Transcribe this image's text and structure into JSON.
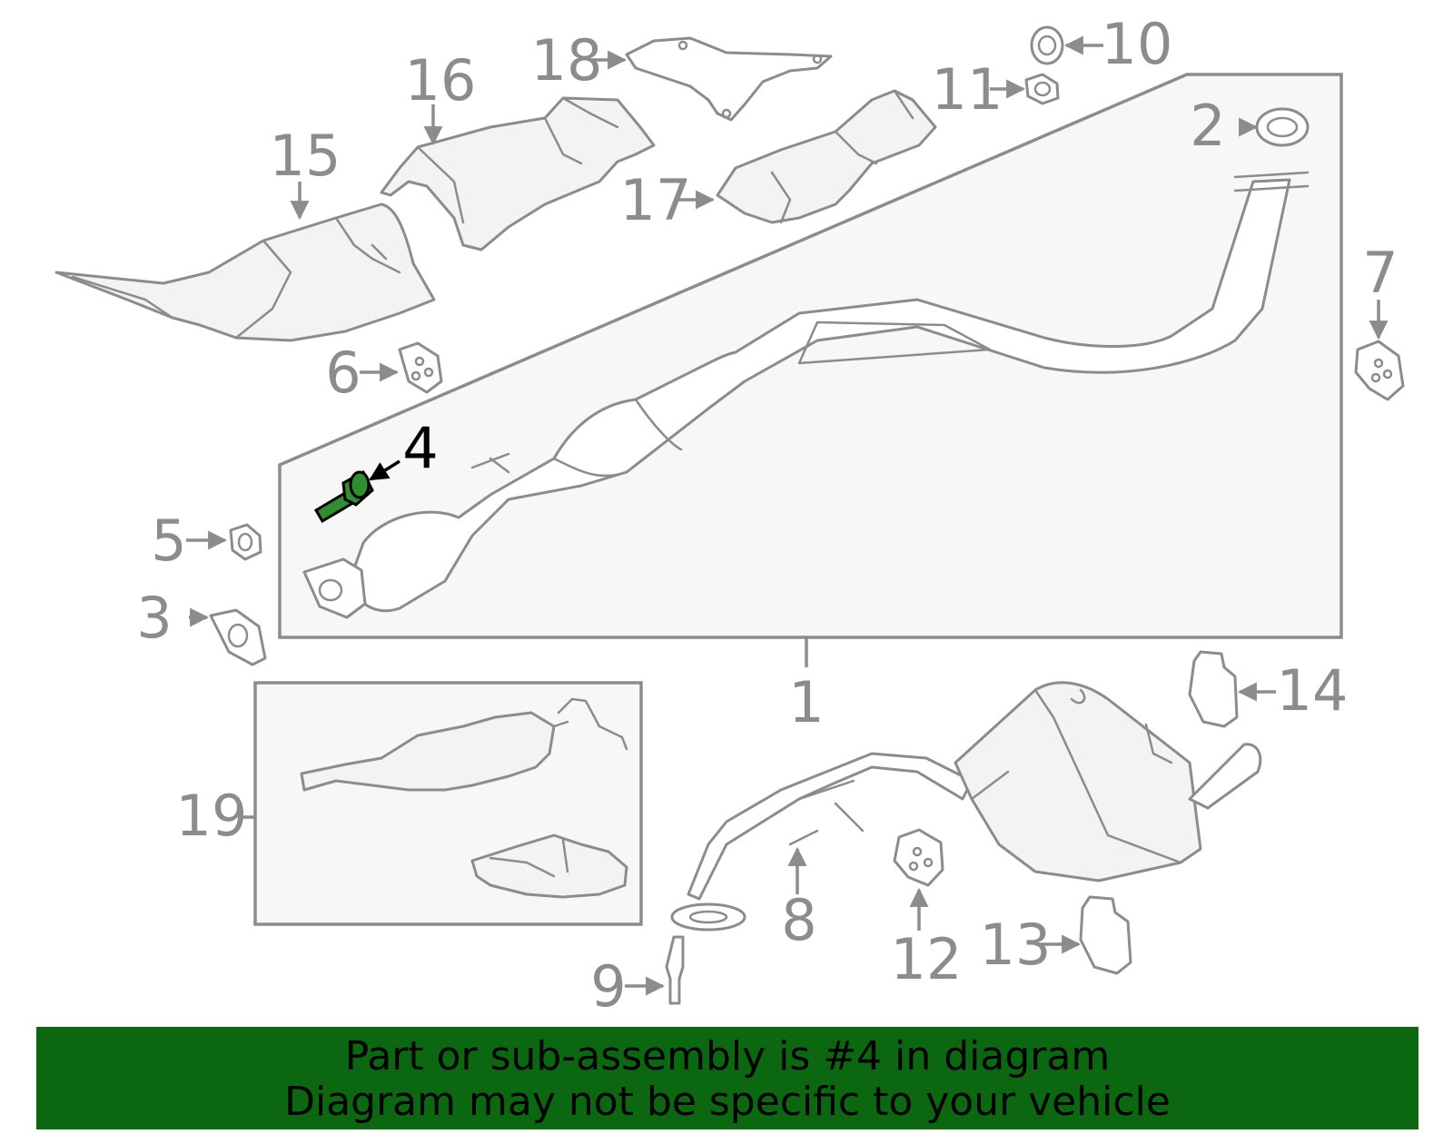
{
  "callouts": {
    "c1": "1",
    "c2": "2",
    "c3": "3",
    "c4": "4",
    "c5": "5",
    "c6": "6",
    "c7": "7",
    "c8": "8",
    "c9": "9",
    "c10": "10",
    "c11": "11",
    "c12": "12",
    "c13": "13",
    "c14": "14",
    "c15": "15",
    "c16": "16",
    "c17": "17",
    "c18": "18",
    "c19": "19"
  },
  "highlight": {
    "part": "4",
    "color": "#1f7a1f"
  },
  "banner": {
    "line1": "Part or sub-assembly is #4 in diagram",
    "line2": "Diagram may not be specific to your vehicle",
    "background": "#0b6811"
  }
}
